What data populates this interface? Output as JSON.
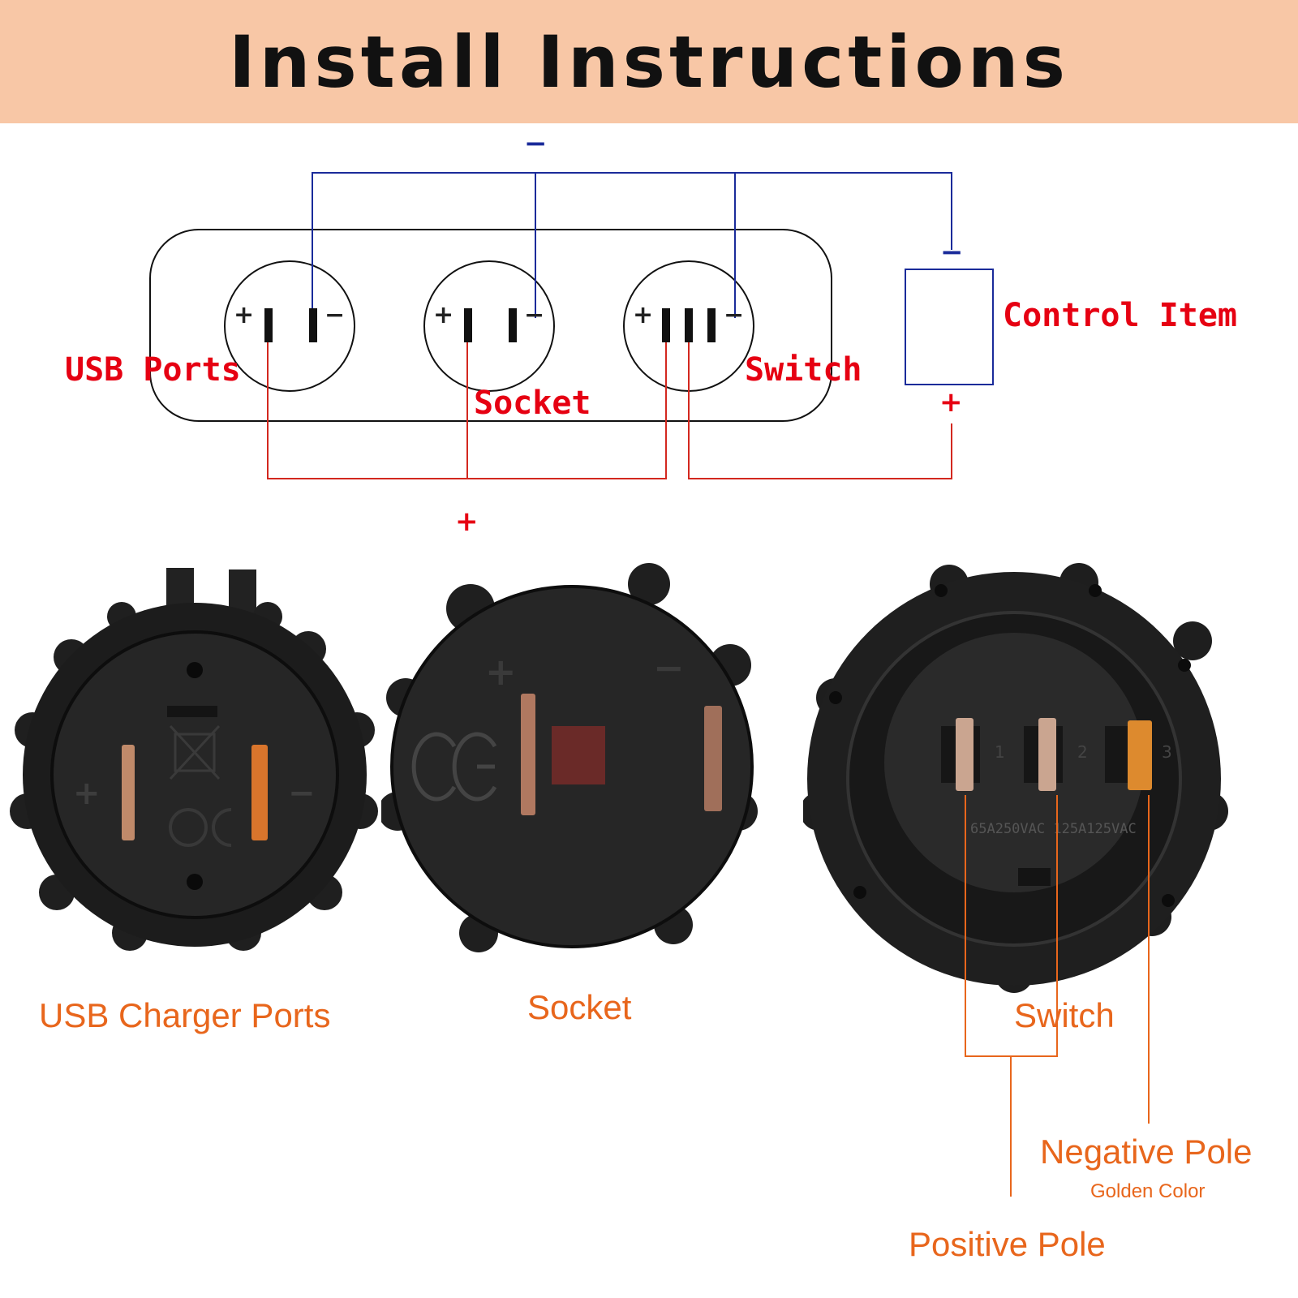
{
  "header": {
    "title": "Install Instructions"
  },
  "wiring": {
    "negative_sign": "−",
    "positive_sign": "+",
    "usb_label": "USB Ports",
    "socket_label": "Socket",
    "switch_label": "Switch",
    "control_label": "Control Item",
    "terminal_plus": "+",
    "terminal_minus": "−",
    "wire_negative_color": "#1a2b9a",
    "wire_positive_color": "#d3281f"
  },
  "photos": {
    "usb_caption": "USB Charger Ports",
    "socket_caption": "Socket",
    "switch_caption": "Switch",
    "negative_pole": "Negative Pole",
    "negative_note": "Golden Color",
    "positive_pole": "Positive Pole",
    "usb_marks": {
      "plus": "+",
      "minus": "−"
    },
    "socket_marks": {
      "plus": "+",
      "minus": "−"
    },
    "switch_pins": [
      "1",
      "2",
      "3"
    ],
    "switch_rating": "65A250VAC 125A125VAC"
  }
}
